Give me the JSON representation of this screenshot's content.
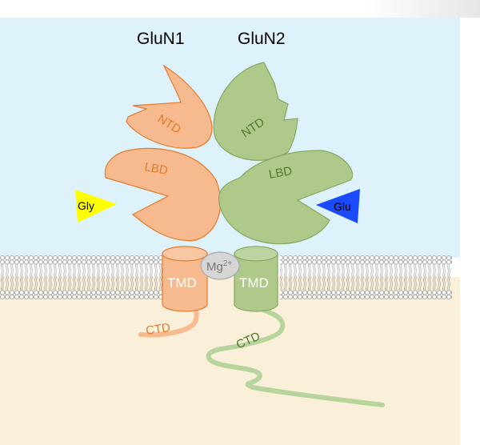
{
  "titles": {
    "left": "GluN1",
    "right": "GluN2"
  },
  "labels": {
    "ntd_left": "NTD",
    "lbd_left": "LBD",
    "tmd_left": "TMD",
    "ctd_left": "CTD",
    "ntd_right": "NTD",
    "lbd_right": "LBD",
    "tmd_right": "TMD",
    "ctd_right": "CTD",
    "ion_base": "Mg",
    "ion_charge": "2+",
    "ligand_left": "Gly",
    "ligand_right": "Glu"
  },
  "colors": {
    "extracellular": "#def2fb",
    "intracellular": "#faf0da",
    "glun1_fill": "#f6ba8e",
    "glun1_stroke": "#e37b2c",
    "glun2_fill": "#aec98a",
    "glun2_stroke": "#85a860",
    "gly": "#ffff00",
    "glu": "#1a4bff",
    "membrane": "#bcbcbc"
  }
}
